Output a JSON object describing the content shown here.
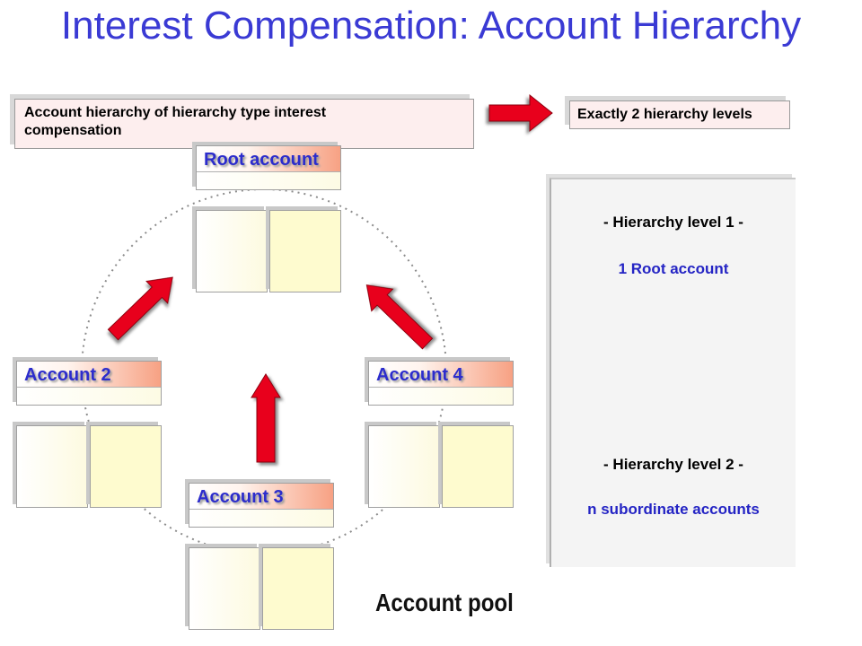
{
  "title": "Interest Compensation: Account Hierarchy",
  "hierarchy_box": {
    "text_line1": "Account hierarchy of hierarchy type interest",
    "text_line2": "compensation"
  },
  "levels_box": {
    "text": "Exactly 2 hierarchy levels"
  },
  "accounts": {
    "root": "Root account",
    "a2": "Account 2",
    "a3": "Account 3",
    "a4": "Account 4"
  },
  "pool_label": "Account pool",
  "panel": {
    "level1_heading": "- Hierarchy level 1 -",
    "level1_text": "1 Root account",
    "level2_heading": "- Hierarchy level 2 -",
    "level2_text": "n subordinate accounts"
  },
  "colors": {
    "title": "#3a3ad4",
    "arrow": "#e8001c",
    "card_header": "#f7a183",
    "card_body": "#fefbcf"
  }
}
